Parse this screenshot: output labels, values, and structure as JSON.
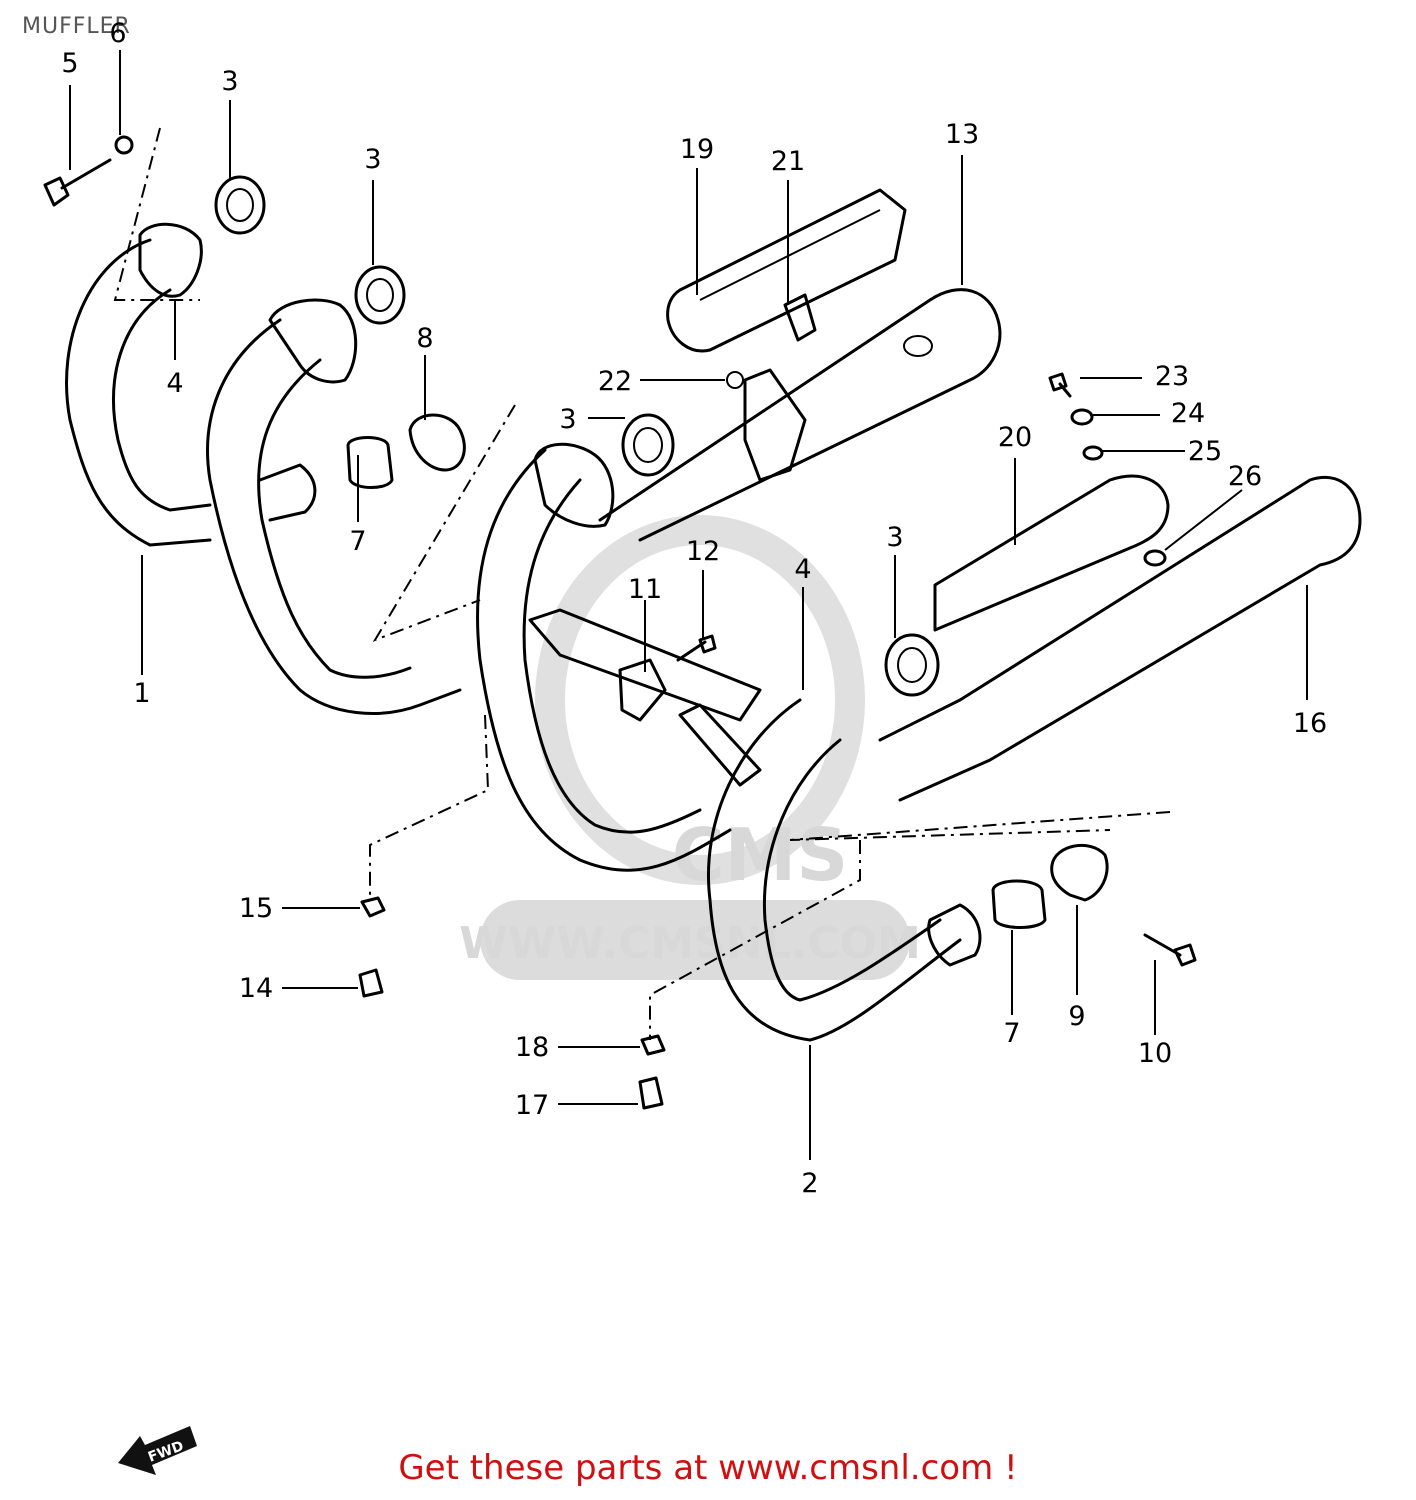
{
  "title": "MUFFLER",
  "footer": "Get these parts at www.cmsnl.com !",
  "watermark": {
    "logo": "CMS",
    "url": "WWW.CMSNL.COM"
  },
  "fwd_label": "FWD",
  "callouts": [
    {
      "id": "c5",
      "text": "5"
    },
    {
      "id": "c6",
      "text": "6"
    },
    {
      "id": "c3a",
      "text": "3"
    },
    {
      "id": "c3b",
      "text": "3"
    },
    {
      "id": "c4a",
      "text": "4"
    },
    {
      "id": "c8",
      "text": "8"
    },
    {
      "id": "c7a",
      "text": "7"
    },
    {
      "id": "c1",
      "text": "1"
    },
    {
      "id": "c19",
      "text": "19"
    },
    {
      "id": "c21",
      "text": "21"
    },
    {
      "id": "c13",
      "text": "13"
    },
    {
      "id": "c22",
      "text": "22"
    },
    {
      "id": "c3c",
      "text": "3"
    },
    {
      "id": "c23",
      "text": "23"
    },
    {
      "id": "c24",
      "text": "24"
    },
    {
      "id": "c25",
      "text": "25"
    },
    {
      "id": "c20",
      "text": "20"
    },
    {
      "id": "c26",
      "text": "26"
    },
    {
      "id": "c12",
      "text": "12"
    },
    {
      "id": "c11",
      "text": "11"
    },
    {
      "id": "c4b",
      "text": "4"
    },
    {
      "id": "c3d",
      "text": "3"
    },
    {
      "id": "c16",
      "text": "16"
    },
    {
      "id": "c15",
      "text": "15"
    },
    {
      "id": "c14",
      "text": "14"
    },
    {
      "id": "c18",
      "text": "18"
    },
    {
      "id": "c17",
      "text": "17"
    },
    {
      "id": "c7b",
      "text": "7"
    },
    {
      "id": "c9",
      "text": "9"
    },
    {
      "id": "c10",
      "text": "10"
    },
    {
      "id": "c2",
      "text": "2"
    }
  ]
}
